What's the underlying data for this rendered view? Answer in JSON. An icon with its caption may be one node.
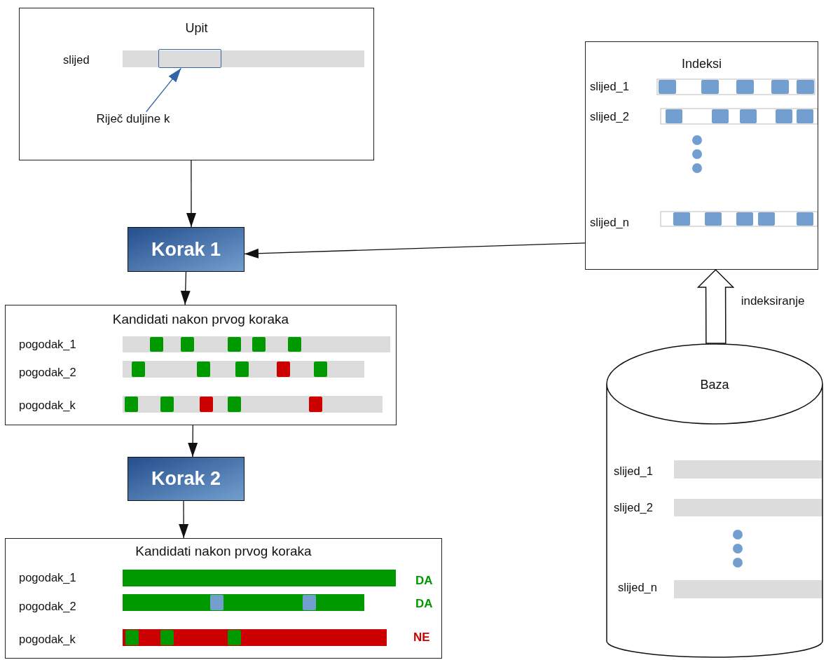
{
  "diagram": {
    "nodes": [
      {
        "text": [
          "Upit"
        ]
      },
      {
        "text": [
          "Riječ duljine k"
        ],
        "in": 0
      },
      {
        "text": [],
        "shape": "box",
        "in": 0
      },
      {
        "text": [
          "Korak 1"
        ]
      },
      {
        "text": [
          "Kandidati nakon prvog koraka"
        ]
      },
      {
        "text": [
          "Korak 2"
        ]
      },
      {
        "text": [
          "Kandidati nakon prvog koraka"
        ]
      },
      {
        "text": [
          "Indeksi"
        ]
      },
      {
        "text": [
          "Baza"
        ]
      }
    ],
    "edges": [
      {
        "from": 0,
        "to": 3,
        "arrow": "to"
      },
      {
        "from": 1,
        "to": 2,
        "arrow": "to",
        "color": "#3465a4"
      },
      {
        "from": 7,
        "to": 3,
        "arrow": "to"
      },
      {
        "from": 3,
        "to": 4,
        "arrow": "to"
      },
      {
        "from": 4,
        "to": 5,
        "arrow": "to"
      },
      {
        "from": 5,
        "to": 6,
        "arrow": "to"
      },
      {
        "from": 8,
        "to": 7,
        "arrow": "to",
        "style": "thick",
        "label": "indeksiranje"
      }
    ],
    "labels": [
      "slijed",
      "pogodak_1",
      "pogodak_2",
      "pogodak_k",
      "pogodak_1",
      "pogodak_2",
      "pogodak_k",
      "DA",
      "DA",
      "NE",
      "slijed_1",
      "slijed_2",
      "slijed_n",
      "slijed_1",
      "slijed_2",
      "slijed_n"
    ]
  }
}
